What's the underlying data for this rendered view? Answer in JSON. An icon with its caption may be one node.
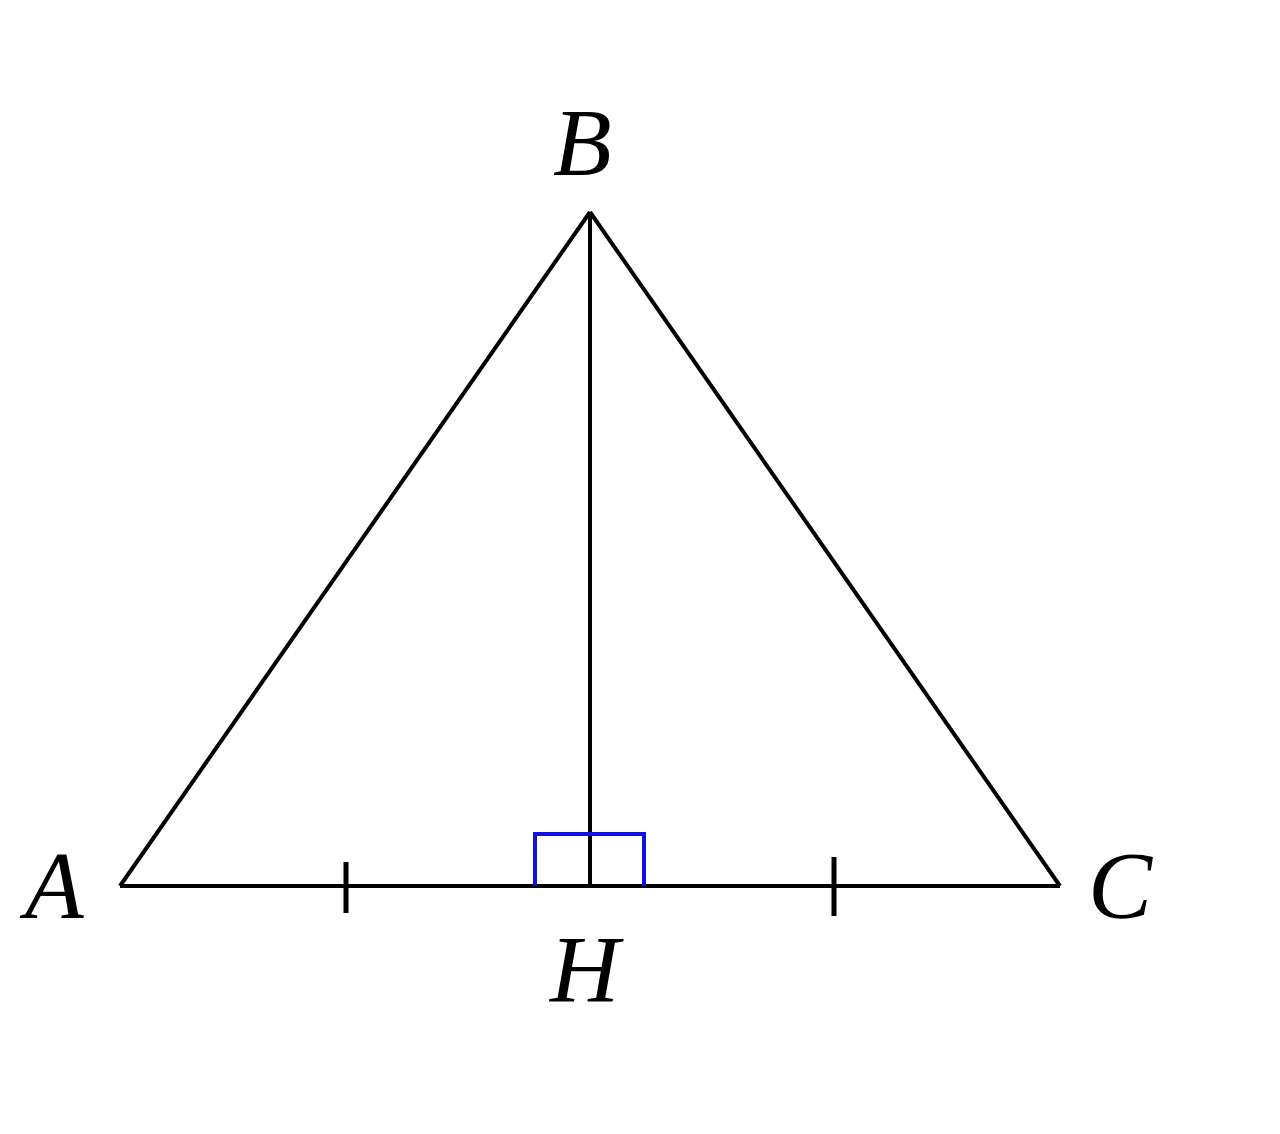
{
  "diagram": {
    "nodes": [
      {
        "text": [
          "B"
        ]
      },
      {
        "text": [
          "A"
        ]
      },
      {
        "text": [
          "C"
        ]
      },
      {
        "text": [
          "H"
        ]
      }
    ],
    "edges": [
      {
        "from": 1,
        "to": 0,
        "arrow": "none"
      },
      {
        "from": 0,
        "to": 2,
        "arrow": "none"
      },
      {
        "from": 1,
        "to": 3,
        "arrow": "none"
      },
      {
        "from": 3,
        "to": 2,
        "arrow": "none"
      },
      {
        "from": 0,
        "to": 3,
        "arrow": "none"
      }
    ]
  }
}
